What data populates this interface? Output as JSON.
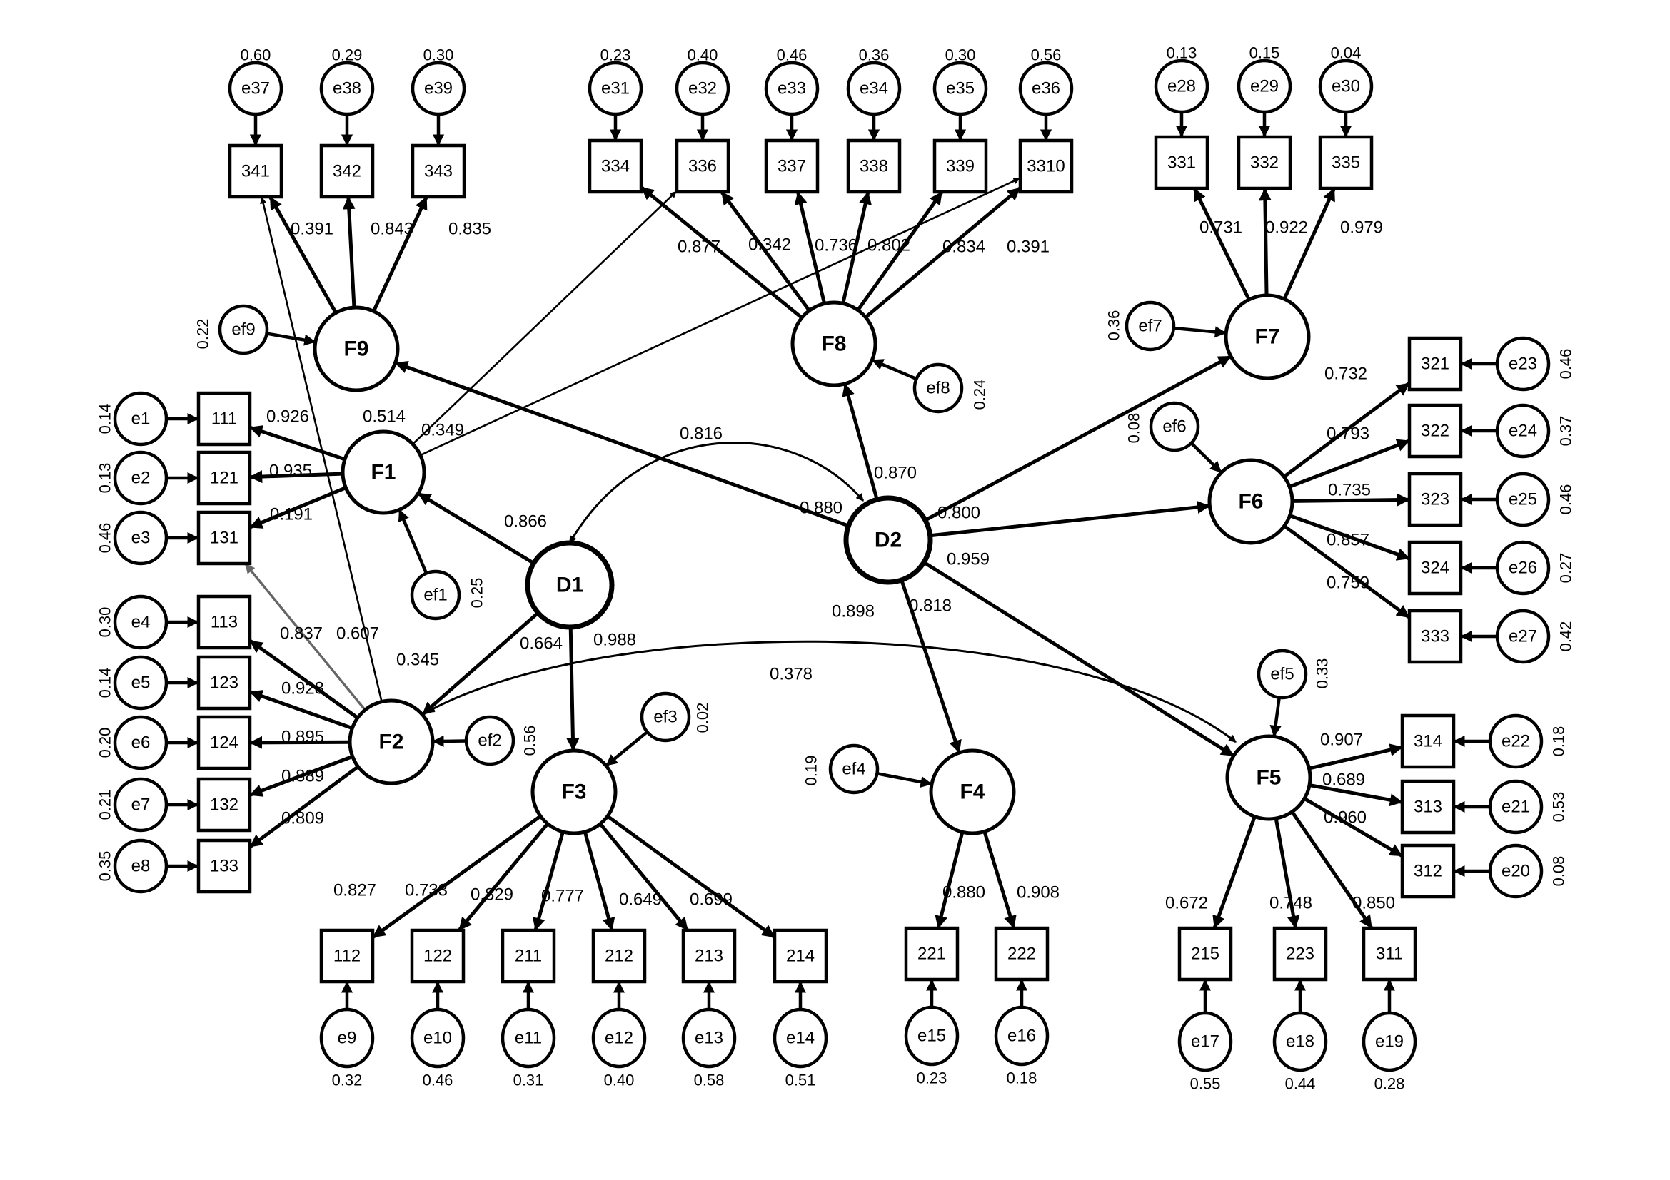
{
  "latent": [
    {
      "id": "D1",
      "label": "D1"
    },
    {
      "id": "D2",
      "label": "D2"
    },
    {
      "id": "F1",
      "label": "F1"
    },
    {
      "id": "F2",
      "label": "F2"
    },
    {
      "id": "F3",
      "label": "F3"
    },
    {
      "id": "F4",
      "label": "F4"
    },
    {
      "id": "F5",
      "label": "F5"
    },
    {
      "id": "F6",
      "label": "F6"
    },
    {
      "id": "F7",
      "label": "F7"
    },
    {
      "id": "F8",
      "label": "F8"
    },
    {
      "id": "F9",
      "label": "F9"
    }
  ],
  "indicators": [
    {
      "id": "341",
      "label": "341"
    },
    {
      "id": "342",
      "label": "342"
    },
    {
      "id": "343",
      "label": "343"
    },
    {
      "id": "334",
      "label": "334"
    },
    {
      "id": "336",
      "label": "336"
    },
    {
      "id": "337",
      "label": "337"
    },
    {
      "id": "338",
      "label": "338"
    },
    {
      "id": "339",
      "label": "339"
    },
    {
      "id": "3310",
      "label": "3310"
    },
    {
      "id": "331",
      "label": "331"
    },
    {
      "id": "332",
      "label": "332"
    },
    {
      "id": "335",
      "label": "335"
    },
    {
      "id": "111",
      "label": "111"
    },
    {
      "id": "121",
      "label": "121"
    },
    {
      "id": "131",
      "label": "131"
    },
    {
      "id": "113",
      "label": "113"
    },
    {
      "id": "123",
      "label": "123"
    },
    {
      "id": "124",
      "label": "124"
    },
    {
      "id": "132",
      "label": "132"
    },
    {
      "id": "133",
      "label": "133"
    },
    {
      "id": "321",
      "label": "321"
    },
    {
      "id": "322",
      "label": "322"
    },
    {
      "id": "323",
      "label": "323"
    },
    {
      "id": "324",
      "label": "324"
    },
    {
      "id": "333",
      "label": "333"
    },
    {
      "id": "314",
      "label": "314"
    },
    {
      "id": "313",
      "label": "313"
    },
    {
      "id": "312",
      "label": "312"
    },
    {
      "id": "112",
      "label": "112"
    },
    {
      "id": "122",
      "label": "122"
    },
    {
      "id": "211",
      "label": "211"
    },
    {
      "id": "212",
      "label": "212"
    },
    {
      "id": "213",
      "label": "213"
    },
    {
      "id": "214",
      "label": "214"
    },
    {
      "id": "221",
      "label": "221"
    },
    {
      "id": "222",
      "label": "222"
    },
    {
      "id": "215",
      "label": "215"
    },
    {
      "id": "223",
      "label": "223"
    },
    {
      "id": "311",
      "label": "311"
    }
  ],
  "errors": [
    {
      "id": "e37",
      "label": "e37",
      "value": "0.60"
    },
    {
      "id": "e38",
      "label": "e38",
      "value": "0.29"
    },
    {
      "id": "e39",
      "label": "e39",
      "value": "0.30"
    },
    {
      "id": "e31",
      "label": "e31",
      "value": "0.23"
    },
    {
      "id": "e32",
      "label": "e32",
      "value": "0.40"
    },
    {
      "id": "e33",
      "label": "e33",
      "value": "0.46"
    },
    {
      "id": "e34",
      "label": "e34",
      "value": "0.36"
    },
    {
      "id": "e35",
      "label": "e35",
      "value": "0.30"
    },
    {
      "id": "e36",
      "label": "e36",
      "value": "0.56"
    },
    {
      "id": "e28",
      "label": "e28",
      "value": "0.13"
    },
    {
      "id": "e29",
      "label": "e29",
      "value": "0.15"
    },
    {
      "id": "e30",
      "label": "e30",
      "value": "0.04"
    },
    {
      "id": "e1",
      "label": "e1",
      "value": "0.14"
    },
    {
      "id": "e2",
      "label": "e2",
      "value": "0.13"
    },
    {
      "id": "e3",
      "label": "e3",
      "value": "0.46"
    },
    {
      "id": "e4",
      "label": "e4",
      "value": "0.30"
    },
    {
      "id": "e5",
      "label": "e5",
      "value": "0.14"
    },
    {
      "id": "e6",
      "label": "e6",
      "value": "0.20"
    },
    {
      "id": "e7",
      "label": "e7",
      "value": "0.21"
    },
    {
      "id": "e8",
      "label": "e8",
      "value": "0.35"
    },
    {
      "id": "e23",
      "label": "e23",
      "value": "0.46"
    },
    {
      "id": "e24",
      "label": "e24",
      "value": "0.37"
    },
    {
      "id": "e25",
      "label": "e25",
      "value": "0.46"
    },
    {
      "id": "e26",
      "label": "e26",
      "value": "0.27"
    },
    {
      "id": "e27",
      "label": "e27",
      "value": "0.42"
    },
    {
      "id": "e22",
      "label": "e22",
      "value": "0.18"
    },
    {
      "id": "e21",
      "label": "e21",
      "value": "0.53"
    },
    {
      "id": "e20",
      "label": "e20",
      "value": "0.08"
    },
    {
      "id": "e9",
      "label": "e9",
      "value": "0.32"
    },
    {
      "id": "e10",
      "label": "e10",
      "value": "0.46"
    },
    {
      "id": "e11",
      "label": "e11",
      "value": "0.31"
    },
    {
      "id": "e12",
      "label": "e12",
      "value": "0.40"
    },
    {
      "id": "e13",
      "label": "e13",
      "value": "0.58"
    },
    {
      "id": "e14",
      "label": "e14",
      "value": "0.51"
    },
    {
      "id": "e15",
      "label": "e15",
      "value": "0.23"
    },
    {
      "id": "e16",
      "label": "e16",
      "value": "0.18"
    },
    {
      "id": "e17",
      "label": "e17",
      "value": "0.55"
    },
    {
      "id": "e18",
      "label": "e18",
      "value": "0.44"
    },
    {
      "id": "e19",
      "label": "e19",
      "value": "0.28"
    }
  ],
  "factor_errors": [
    {
      "id": "ef1",
      "label": "ef1",
      "value": "0.25"
    },
    {
      "id": "ef2",
      "label": "ef2",
      "value": "0.56"
    },
    {
      "id": "ef3",
      "label": "ef3",
      "value": "0.02"
    },
    {
      "id": "ef4",
      "label": "ef4",
      "value": "0.19"
    },
    {
      "id": "ef5",
      "label": "ef5",
      "value": "0.33"
    },
    {
      "id": "ef6",
      "label": "ef6",
      "value": "0.08"
    },
    {
      "id": "ef7",
      "label": "ef7",
      "value": "0.36"
    },
    {
      "id": "ef8",
      "label": "ef8",
      "value": "0.24"
    },
    {
      "id": "ef9",
      "label": "ef9",
      "value": "0.22"
    }
  ],
  "paths": [
    {
      "from": "D1",
      "to": "F1",
      "value": "0.866"
    },
    {
      "from": "D1",
      "to": "F2",
      "value": "0.664"
    },
    {
      "from": "D1",
      "to": "F3",
      "value": "0.988"
    },
    {
      "from": "D2",
      "to": "F9",
      "value": "0.880"
    },
    {
      "from": "D2",
      "to": "F8",
      "value": "0.870"
    },
    {
      "from": "D2",
      "to": "F7",
      "value": "0.800"
    },
    {
      "from": "D2",
      "to": "F6",
      "value": "0.959"
    },
    {
      "from": "D2",
      "to": "F5",
      "value": "0.818"
    },
    {
      "from": "D2",
      "to": "F4",
      "value": "0.898"
    },
    {
      "from": "F9",
      "to": "341",
      "value": "0.391"
    },
    {
      "from": "F9",
      "to": "342",
      "value": "0.843"
    },
    {
      "from": "F9",
      "to": "343",
      "value": "0.835"
    },
    {
      "from": "F8",
      "to": "334",
      "value": "0.877"
    },
    {
      "from": "F8",
      "to": "336",
      "value": "0.342"
    },
    {
      "from": "F8",
      "to": "337",
      "value": "0.736"
    },
    {
      "from": "F8",
      "to": "338",
      "value": "0.802"
    },
    {
      "from": "F8",
      "to": "339",
      "value": "0.834"
    },
    {
      "from": "F8",
      "to": "3310",
      "value": "0.391"
    },
    {
      "from": "F7",
      "to": "331",
      "value": "0.731"
    },
    {
      "from": "F7",
      "to": "332",
      "value": "0.922"
    },
    {
      "from": "F7",
      "to": "335",
      "value": "0.979"
    },
    {
      "from": "F1",
      "to": "111",
      "value": "0.926"
    },
    {
      "from": "F1",
      "to": "121",
      "value": "0.935"
    },
    {
      "from": "F1",
      "to": "131",
      "value": "0.191"
    },
    {
      "from": "F1",
      "to": "336",
      "value": "0.514"
    },
    {
      "from": "F1",
      "to": "3310",
      "value": "0.349"
    },
    {
      "from": "F2",
      "to": "113",
      "value": "0.837"
    },
    {
      "from": "F2",
      "to": "123",
      "value": "0.928"
    },
    {
      "from": "F2",
      "to": "124",
      "value": "0.895"
    },
    {
      "from": "F2",
      "to": "132",
      "value": "0.889"
    },
    {
      "from": "F2",
      "to": "133",
      "value": "0.809"
    },
    {
      "from": "F2",
      "to": "341",
      "value": "0.607"
    },
    {
      "from": "F2",
      "to": "131",
      "value": "0.345"
    },
    {
      "from": "F6",
      "to": "321",
      "value": "0.732"
    },
    {
      "from": "F6",
      "to": "322",
      "value": "0.793"
    },
    {
      "from": "F6",
      "to": "323",
      "value": "0.735"
    },
    {
      "from": "F6",
      "to": "324",
      "value": "0.857"
    },
    {
      "from": "F6",
      "to": "333",
      "value": "0.759"
    },
    {
      "from": "F5",
      "to": "314",
      "value": "0.907"
    },
    {
      "from": "F5",
      "to": "313",
      "value": "0.689"
    },
    {
      "from": "F5",
      "to": "312",
      "value": "0.960"
    },
    {
      "from": "F5",
      "to": "215",
      "value": "0.672"
    },
    {
      "from": "F5",
      "to": "223",
      "value": "0.748"
    },
    {
      "from": "F5",
      "to": "311",
      "value": "0.850"
    },
    {
      "from": "F3",
      "to": "112",
      "value": "0.827"
    },
    {
      "from": "F3",
      "to": "122",
      "value": "0.733"
    },
    {
      "from": "F3",
      "to": "211",
      "value": "0.829"
    },
    {
      "from": "F3",
      "to": "212",
      "value": "0.777"
    },
    {
      "from": "F3",
      "to": "213",
      "value": "0.649"
    },
    {
      "from": "F3",
      "to": "214",
      "value": "0.699"
    },
    {
      "from": "F4",
      "to": "221",
      "value": "0.880"
    },
    {
      "from": "F4",
      "to": "222",
      "value": "0.908"
    }
  ],
  "correlations": [
    {
      "from": "D2",
      "to": "D1",
      "value": "0.816"
    },
    {
      "from": "F2",
      "to": "F5",
      "value": "0.378"
    }
  ]
}
